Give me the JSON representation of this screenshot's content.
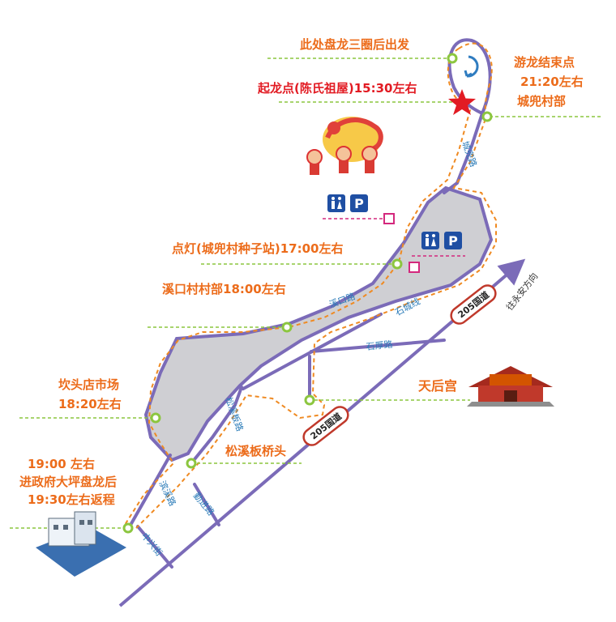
{
  "colors": {
    "route": "#ef8a22",
    "road": "#7b6bb8",
    "area": "#cfcfd3",
    "leader": "#8cc63f",
    "label": "#ec6c1b",
    "start_label": "#e21b23",
    "highway_border": "#c0392b",
    "facility_leader": "#d4287d",
    "facility_icon_bg": "#1f4fa3"
  },
  "stops": {
    "start_loop": "此处盘龙三圈后出发",
    "start_point": "起龙点(陈氏祖屋)15:30左右",
    "end_line1": "游龙结束点",
    "end_line2": "21:20左右",
    "end_line3": "城兜村部",
    "lantern": "点灯(城兜村种子站)17:00左右",
    "xikou": "溪口村村部18:00左右",
    "kantou_line1": "坎头店市场",
    "kantou_line2": "18:20左右",
    "govt_line1": "19:00 左右",
    "govt_line2": "进政府大坪盘龙后",
    "govt_line3": "19:30左右返程",
    "tianhou": "天后宫",
    "songxi_bridge": "松溪板桥头"
  },
  "roads": {
    "chengdou": "城兜路",
    "xikou": "溪口路",
    "shicheng": "石城线",
    "shihou": "石厚路",
    "songxi": "松溪板路",
    "binxi": "滨溪路",
    "qinjin": "勤进路",
    "zhongxing": "中兴街",
    "highway": "205国道",
    "direction": "往永安方向"
  },
  "icons": {
    "start": "red-star-icon",
    "toilet": "toilet-icon",
    "parking": "parking-icon",
    "parking_letter": "P",
    "arrow": "arrow-northeast-icon",
    "temple": "temple-icon",
    "building": "government-building-icon",
    "dragon": "dragon-dance-icon",
    "loop": "loop-arrows-icon"
  }
}
